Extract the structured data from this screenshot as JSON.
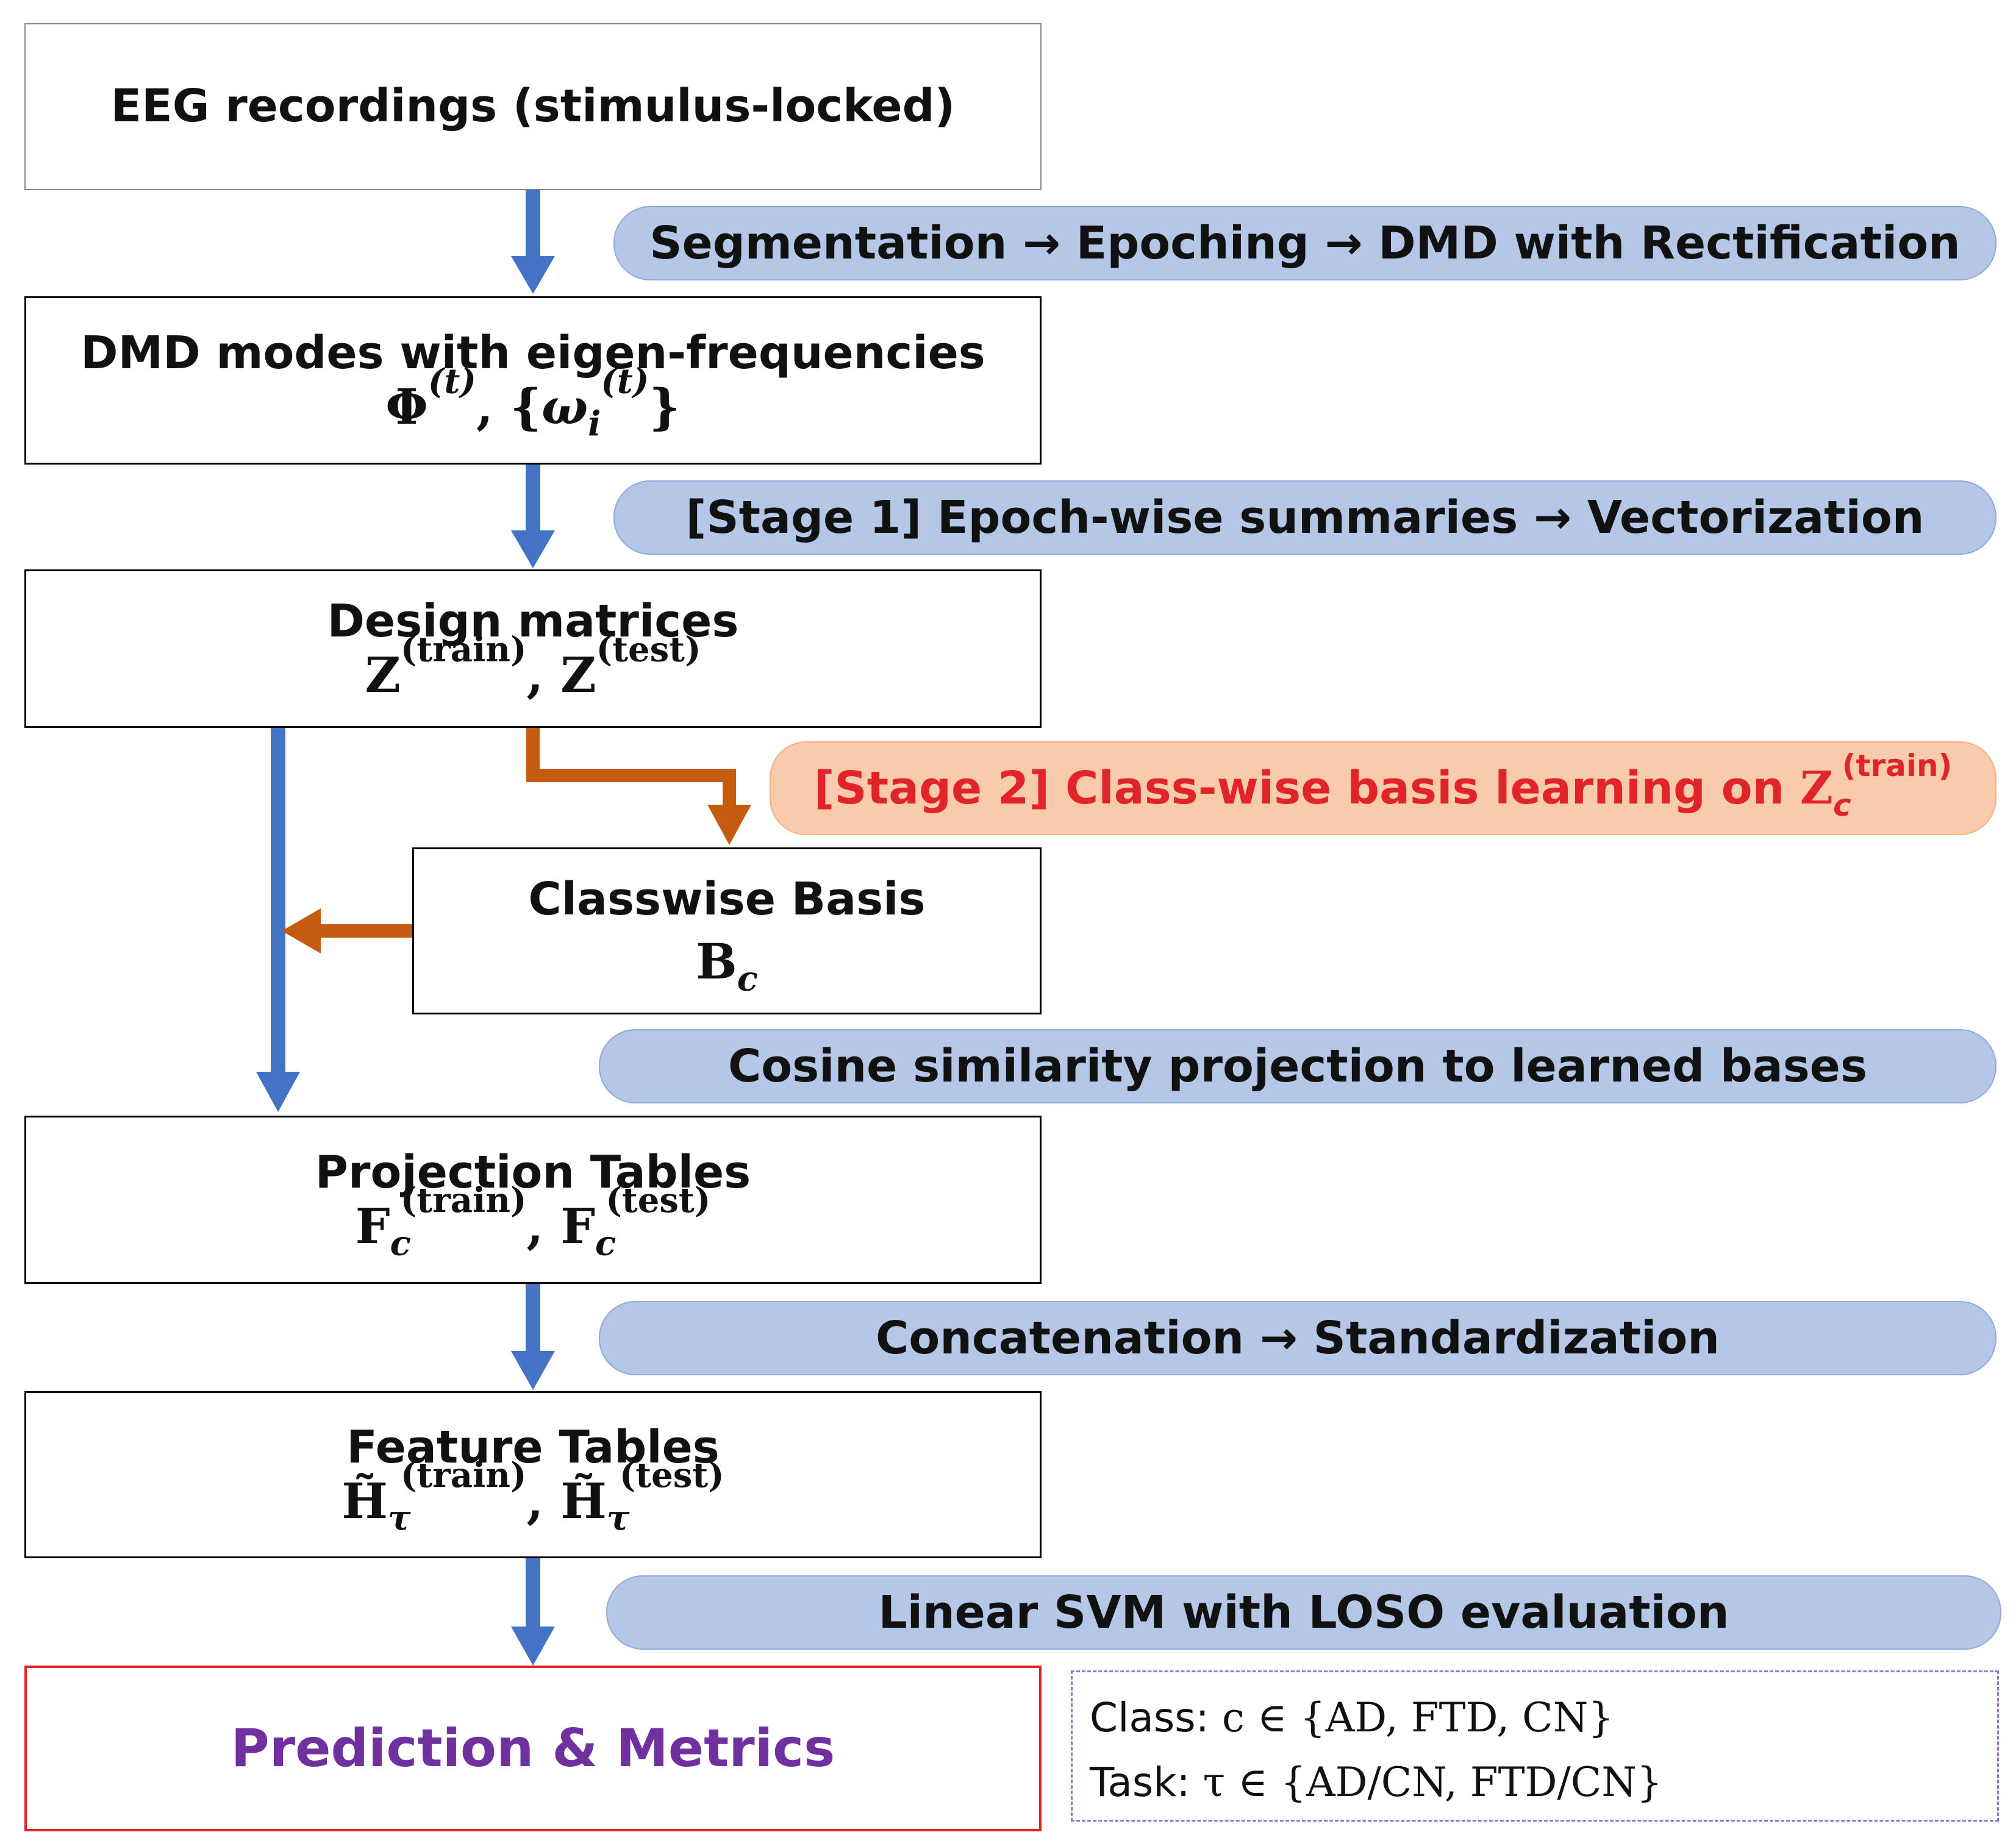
{
  "nodes": {
    "eeg": {
      "title": "EEG recordings (stimulus-locked)"
    },
    "dmd": {
      "title": "DMD modes with eigen-frequencies",
      "phi": "Φ",
      "phi_sup": "(t)",
      "sep": ", {",
      "omega": "ω",
      "omega_sub": "i",
      "omega_sup": "(t)",
      "close": "}"
    },
    "design": {
      "title": "Design matrices",
      "z1": "Z",
      "z1_sup": "(train)",
      "sep": ", ",
      "z2": "Z",
      "z2_sup": "(test)"
    },
    "basis": {
      "title": "Classwise Basis",
      "b": "B",
      "b_sub": "c"
    },
    "projection": {
      "title": "Projection Tables",
      "f1": "F",
      "f1_sub": "c",
      "f1_sup": "(train)",
      "sep": ", ",
      "f2": "F",
      "f2_sub": "c",
      "f2_sup": "(test)"
    },
    "feature": {
      "title": "Feature Tables",
      "h1": "H̃",
      "h1_sub": "τ",
      "h1_sup": "(train)",
      "sep": ", ",
      "h2": "H̃",
      "h2_sub": "τ",
      "h2_sup": "(test)"
    },
    "prediction": {
      "title": "Prediction & Metrics"
    }
  },
  "steps": {
    "s1": "Segmentation → Epoching  → DMD with Rectification",
    "s2": "[Stage 1] Epoch-wise summaries → Vectorization",
    "s3_text": "[Stage 2] Class-wise basis learning on ",
    "s3_z": "Z",
    "s3_sub": "c",
    "s3_sup": "(train)",
    "s4": "Cosine similarity projection to learned bases",
    "s5": "Concatenation → Standardization",
    "s6": "Linear SVM with LOSO evaluation"
  },
  "legend": {
    "class_label": "Class: ",
    "class_expr": "c ∈ {AD, FTD, CN}",
    "task_label": "Task: ",
    "task_expr": "τ ∈ {AD/CN, FTD/CN}"
  },
  "colors": {
    "flow_arrow": "#4472c4",
    "stage2_arrow": "#c55a11",
    "pill_fill": "#b4c7e7",
    "stage2_pill_fill": "#f8cbad",
    "stage2_text": "#e0242a",
    "prediction_text": "#7030a0"
  }
}
